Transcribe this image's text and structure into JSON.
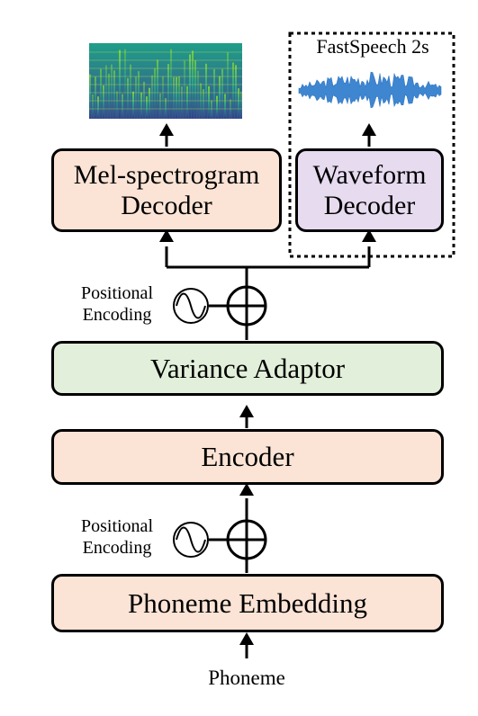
{
  "blocks": {
    "mel_decoder": [
      "Mel-spectrogram",
      "Decoder"
    ],
    "waveform_decoder": [
      "Waveform",
      "Decoder"
    ],
    "variance_adaptor": "Variance Adaptor",
    "encoder": "Encoder",
    "phoneme_embedding": "Phoneme Embedding"
  },
  "labels": {
    "positional_encoding_top": [
      "Positional",
      "Encoding"
    ],
    "positional_encoding_bottom": [
      "Positional",
      "Encoding"
    ],
    "input": "Phoneme",
    "fastspeech2s": "FastSpeech 2s"
  },
  "colors": {
    "peach": "#fbe4d6",
    "green": "#e2efda",
    "purple": "#e7dbf0"
  },
  "icons": {
    "adder": "circled-plus-icon",
    "positional_encoding": "sine-wave-icon",
    "mel_output": "spectrogram-image",
    "wave_output": "waveform-image"
  }
}
